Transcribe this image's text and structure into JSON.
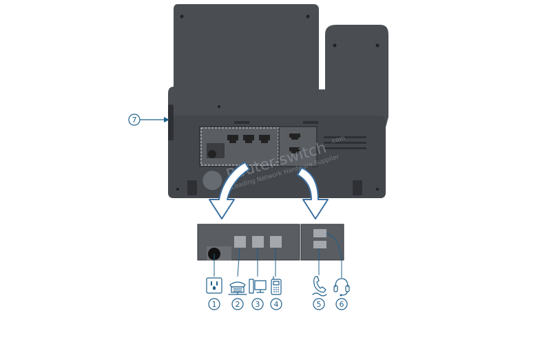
{
  "watermark": {
    "brand": "Router-switch",
    "brand_suffix": ".com",
    "tagline": "Leading Network Hardware Supplier"
  },
  "callouts": [
    {
      "number": "1",
      "icon": "power-outlet-icon"
    },
    {
      "number": "2",
      "icon": "desk-phone-network-icon"
    },
    {
      "number": "3",
      "icon": "computer-icon"
    },
    {
      "number": "4",
      "icon": "mobile-phone-icon"
    },
    {
      "number": "5",
      "icon": "handset-icon"
    },
    {
      "number": "6",
      "icon": "headset-icon"
    },
    {
      "number": "7",
      "icon": "side-port-arrow"
    }
  ],
  "colors": {
    "phone_body": "#4a4d52",
    "phone_body_dark": "#3a3c40",
    "port_panel": "#5a5d62",
    "accent_blue": "#1f5f8b",
    "arrow_blue": "#3a6fa0"
  }
}
